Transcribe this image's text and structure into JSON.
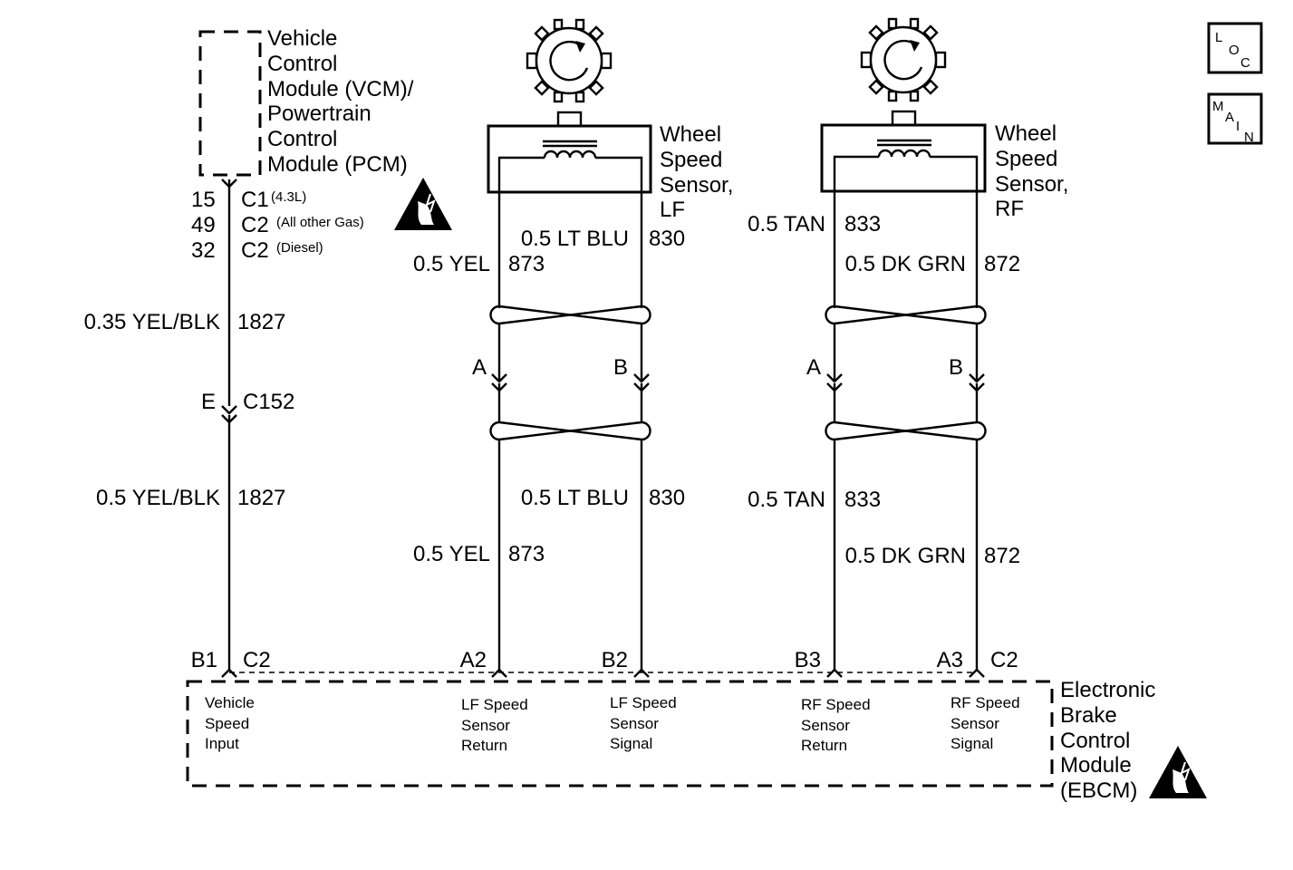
{
  "icons": {
    "loc": [
      "L",
      "O",
      "C"
    ],
    "main": [
      "M",
      "A",
      "I",
      "N"
    ]
  },
  "pcm": {
    "title_lines": [
      "Vehicle",
      "Control",
      "Module (VCM)/",
      "Powertrain",
      "Control",
      "Module (PCM)"
    ],
    "pins": [
      {
        "pin": "15",
        "connector": "C1",
        "note": "(4.3L)"
      },
      {
        "pin": "49",
        "connector": "C2",
        "note": "(All other Gas)"
      },
      {
        "pin": "32",
        "connector": "C2",
        "note": "(Diesel)"
      }
    ]
  },
  "vss_wire": {
    "upper": {
      "color": "0.35 YEL/BLK",
      "circuit": "1827"
    },
    "connector": {
      "pin": "E",
      "name": "C152"
    },
    "lower": {
      "color": "0.5 YEL/BLK",
      "circuit": "1827"
    }
  },
  "sensors": [
    {
      "side": "LF",
      "label_lines": [
        "Wheel",
        "Speed",
        "Sensor,",
        "LF"
      ],
      "top_a": {
        "color": "0.5 YEL",
        "circuit": "873"
      },
      "top_b": {
        "color": "0.5 LT BLU",
        "circuit": "830"
      },
      "conn_a": "A",
      "conn_b": "B",
      "bot_a": {
        "color": "0.5 YEL",
        "circuit": "873"
      },
      "bot_b": {
        "color": "0.5 LT BLU",
        "circuit": "830"
      },
      "pin_a": "A2",
      "pin_b": "B2"
    },
    {
      "side": "RF",
      "label_lines": [
        "Wheel",
        "Speed",
        "Sensor,",
        "RF"
      ],
      "top_a": {
        "color": "0.5 TAN",
        "circuit": "833"
      },
      "top_b": {
        "color": "0.5 DK GRN",
        "circuit": "872"
      },
      "conn_a": "A",
      "conn_b": "B",
      "bot_a": {
        "color": "0.5 TAN",
        "circuit": "833"
      },
      "bot_b": {
        "color": "0.5 DK GRN",
        "circuit": "872"
      },
      "pin_a": "B3",
      "pin_b": "A3"
    }
  ],
  "ebcm": {
    "title_lines": [
      "Electronic",
      "Brake",
      "Control",
      "Module",
      "(EBCM)"
    ],
    "pin_b1": "B1",
    "conn_c2_left": "C2",
    "conn_c2_right": "C2",
    "functions": [
      [
        "Vehicle",
        "Speed",
        "Input"
      ],
      [
        "LF Speed",
        "Sensor",
        "Return"
      ],
      [
        "LF Speed",
        "Sensor",
        "Signal"
      ],
      [
        "RF Speed",
        "Sensor",
        "Return"
      ],
      [
        "RF Speed",
        "Sensor",
        "Signal"
      ]
    ]
  }
}
